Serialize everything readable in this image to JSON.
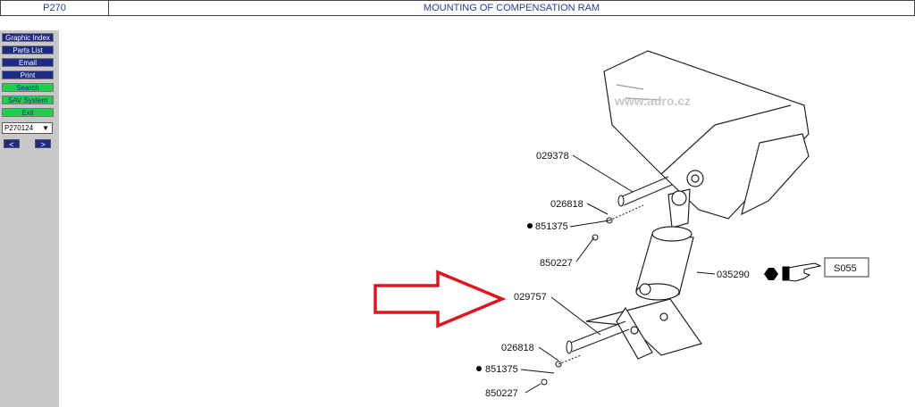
{
  "header": {
    "page_code": "P270",
    "title": "MOUNTING OF COMPENSATION RAM"
  },
  "sidebar": {
    "buttons": [
      {
        "label": "Graphic Index",
        "color": "blue"
      },
      {
        "label": "Parts List",
        "color": "blue"
      },
      {
        "label": "Email",
        "color": "blue"
      },
      {
        "label": "Print",
        "color": "blue"
      },
      {
        "label": "Search",
        "color": "green"
      },
      {
        "label": "SAV System",
        "color": "green"
      },
      {
        "label": "Exit",
        "color": "green"
      }
    ],
    "page_select_value": "P270124",
    "prev_label": "<",
    "next_label": ">"
  },
  "drawing": {
    "watermark": "www.adro.cz",
    "callout_ref": "S055",
    "part_labels": {
      "p029378": "029378",
      "p026818_top": "026818",
      "p851375_top": "851375",
      "p850227_top": "850227",
      "p035290": "035290",
      "p029757": "029757",
      "p026818_bot": "026818",
      "p851375_bot": "851375",
      "p850227_bot": "850227"
    }
  },
  "colors": {
    "nav_blue": "#1e2b86",
    "nav_green": "#1fd04a",
    "arrow_red": "#e0141c",
    "sidebar_bg": "#c8c8c8"
  }
}
